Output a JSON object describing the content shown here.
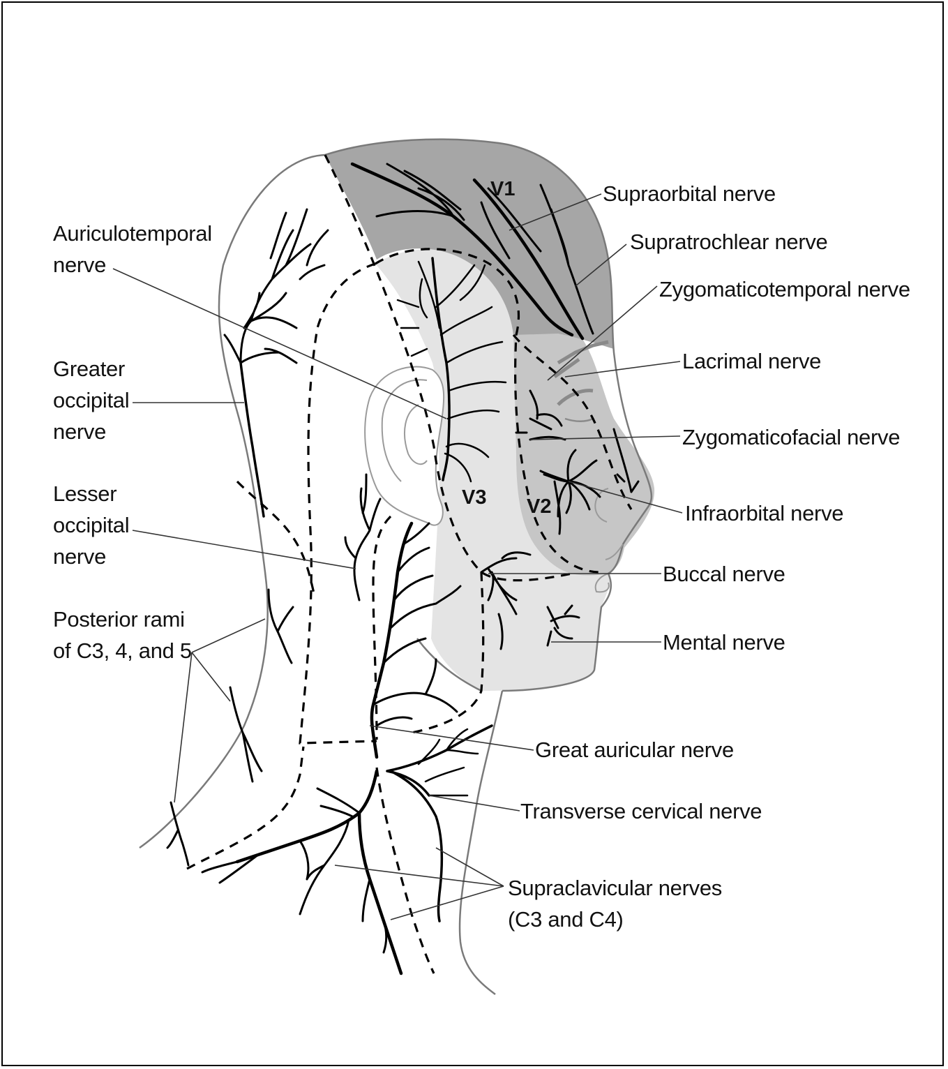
{
  "regions": {
    "v1": "V1",
    "v2": "V2",
    "v3": "V3"
  },
  "labels": {
    "auriculotemporal": [
      "Auriculotemporal",
      "nerve"
    ],
    "greater_occipital": [
      "Greater",
      "occipital",
      "nerve"
    ],
    "lesser_occipital": [
      "Lesser",
      "occipital",
      "nerve"
    ],
    "posterior_rami": [
      "Posterior rami",
      "of C3, 4, and 5"
    ],
    "supraorbital": "Supraorbital nerve",
    "supratrochlear": "Supratrochlear nerve",
    "zygomaticotemporal": "Zygomaticotemporal nerve",
    "lacrimal": "Lacrimal nerve",
    "zygomaticofacial": "Zygomaticofacial nerve",
    "infraorbital": "Infraorbital nerve",
    "buccal": "Buccal nerve",
    "mental": "Mental nerve",
    "great_auricular": "Great auricular nerve",
    "transverse_cervical": "Transverse cervical nerve",
    "supraclavicular": [
      "Supraclavicular nerves",
      "(C3 and C4)"
    ]
  },
  "colors": {
    "v1_fill": "#a6a6a6",
    "v2_fill": "#c6c6c6",
    "v3_fill": "#e4e4e4",
    "nerve": "#000000",
    "outline": "#7a7a7a"
  }
}
